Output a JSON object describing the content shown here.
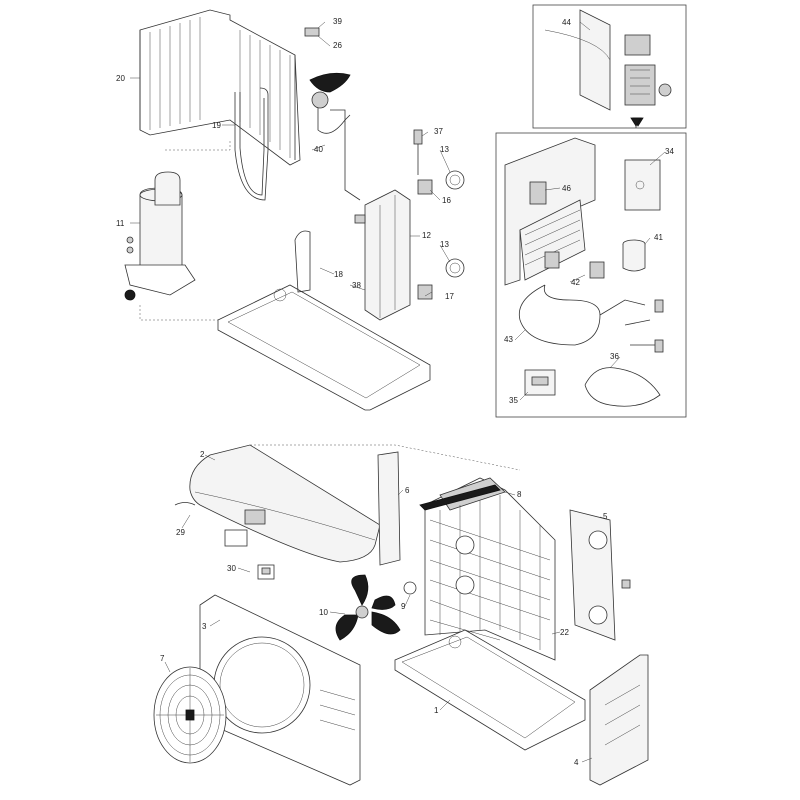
{
  "labels": {
    "l20": "20",
    "l39": "39",
    "l26": "26",
    "l19": "19",
    "l40": "40",
    "l37": "37",
    "l13a": "13",
    "l16": "16",
    "l11": "11",
    "l12": "12",
    "l13b": "13",
    "l18": "18",
    "l38": "38",
    "l17": "17",
    "l44": "44",
    "l34": "34",
    "l46": "46",
    "l41": "41",
    "l42": "42",
    "l43": "43",
    "l36": "36",
    "l35": "35",
    "l2": "2",
    "l6": "6",
    "l8": "8",
    "l29": "29",
    "l5": "5",
    "l30": "30",
    "l9": "9",
    "l10": "10",
    "l3": "3",
    "l22": "22",
    "l7": "7",
    "l1": "1",
    "l4": "4"
  },
  "colors": {
    "line": "#333333",
    "fill": "#f4f4f4",
    "dark": "#1a1a1a"
  }
}
